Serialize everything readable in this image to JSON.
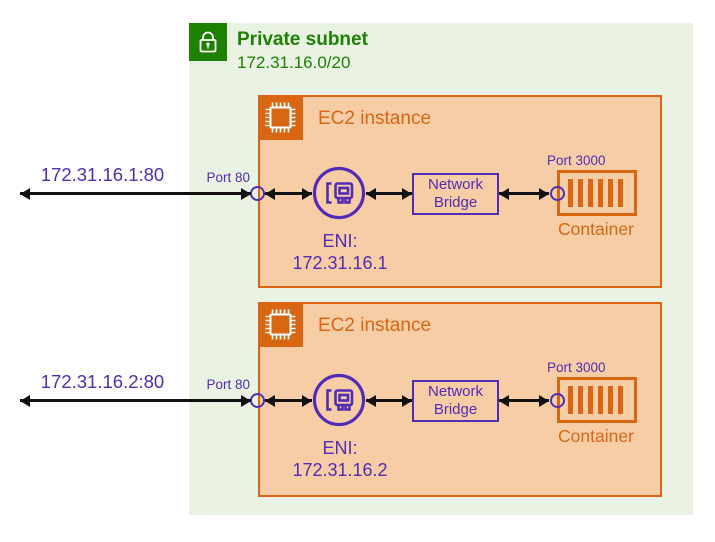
{
  "colors": {
    "subnet_green": "#1d8102",
    "subnet_bg": "#e9f2e3",
    "ec2_orange": "#d86613",
    "ec2_bg": "#f7cda6",
    "purple": "#522cb4",
    "arrow_black": "#111111"
  },
  "subnet": {
    "label": "Private subnet",
    "cidr": "172.31.16.0/20",
    "icon": "lock-icon"
  },
  "instances": [
    {
      "title": "EC2 instance",
      "icon": "chip-icon",
      "external_endpoint": "172.31.16.1:80",
      "eni_port_label": "Port 80",
      "eni_title": "ENI:",
      "eni_ip": "172.31.16.1",
      "eni_icon": "network-interface-icon",
      "bridge_line1": "Network",
      "bridge_line2": "Bridge",
      "container_port_label": "Port 3000",
      "container_label": "Container",
      "container_icon": "container-icon"
    },
    {
      "title": "EC2 instance",
      "icon": "chip-icon",
      "external_endpoint": "172.31.16.2:80",
      "eni_port_label": "Port 80",
      "eni_title": "ENI:",
      "eni_ip": "172.31.16.2",
      "eni_icon": "network-interface-icon",
      "bridge_line1": "Network",
      "bridge_line2": "Bridge",
      "container_port_label": "Port 3000",
      "container_label": "Container",
      "container_icon": "container-icon"
    }
  ]
}
